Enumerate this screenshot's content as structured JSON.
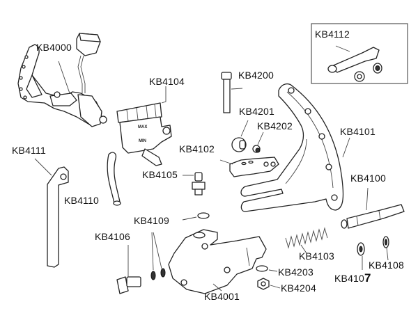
{
  "diagram": {
    "kind": "exploded parts view",
    "inset_label": "KB4112",
    "labels": {
      "kb4000": "KB4000",
      "kb4104": "KB4104",
      "kb4200": "KB4200",
      "kb4112": "KB4112",
      "kb4201": "KB4201",
      "kb4202": "KB4202",
      "kb4101": "KB4101",
      "kb4102": "KB4102",
      "kb4111": "KB4111",
      "kb4105": "KB4105",
      "kb4100": "KB4100",
      "kb4110": "KB4110",
      "kb4109": "KB4109",
      "kb4106": "KB4106",
      "kb4103": "KB4103",
      "kb4203": "KB4203",
      "kb4108": "KB4108",
      "kb4107_prefix": "KB410",
      "kb4107_suffix": "7",
      "kb4204": "KB4204",
      "kb4001": "KB4001"
    },
    "reservoir_marks": {
      "max": "MAX",
      "min": "MIN"
    }
  }
}
